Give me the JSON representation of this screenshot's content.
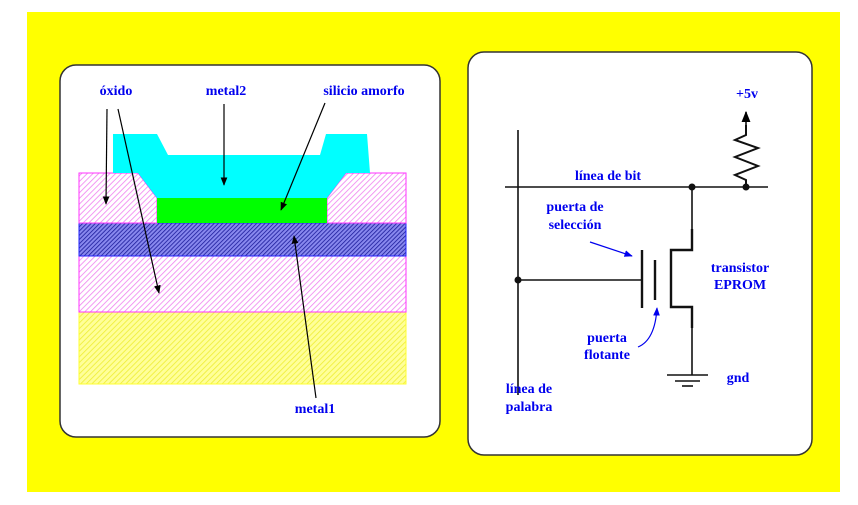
{
  "colors": {
    "background": "#ffff00",
    "label": "#0000ee",
    "oxide": "#ff66ff",
    "metal2": "#00ffff",
    "amorphous_silicon": "#00ff00",
    "metal1": "#3333cc",
    "substrate": "#ffff66"
  },
  "left_panel": {
    "labels": {
      "oxide": "óxido",
      "metal2": "metal2",
      "amorphous_silicon": "silicio amorfo",
      "metal1": "metal1"
    }
  },
  "right_panel": {
    "labels": {
      "supply": "+5v",
      "bit_line": "línea de bit",
      "select_gate_1": "puerta de",
      "select_gate_2": "selección",
      "transistor_1": "transistor",
      "transistor_2": "EPROM",
      "floating_gate_1": "puerta",
      "floating_gate_2": "flotante",
      "ground": "gnd",
      "word_line_1": "línea de",
      "word_line_2": "palabra"
    }
  }
}
